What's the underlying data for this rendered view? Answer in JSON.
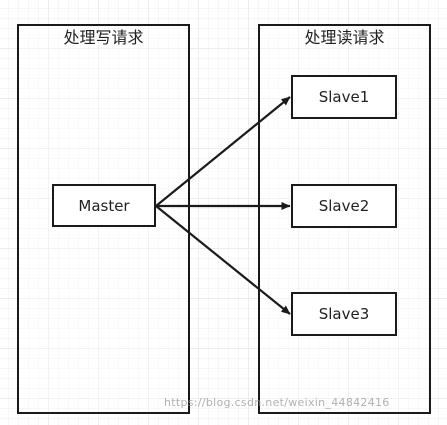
{
  "write_panel": {
    "title": "处理写请求"
  },
  "read_panel": {
    "title": "处理读请求"
  },
  "nodes": {
    "master": "Master",
    "slave1": "Slave1",
    "slave2": "Slave2",
    "slave3": "Slave3"
  },
  "watermark": "https://blog.csdn.net/weixin_44842416",
  "colors": {
    "stroke": "#1a1a1a",
    "text": "#222222"
  }
}
